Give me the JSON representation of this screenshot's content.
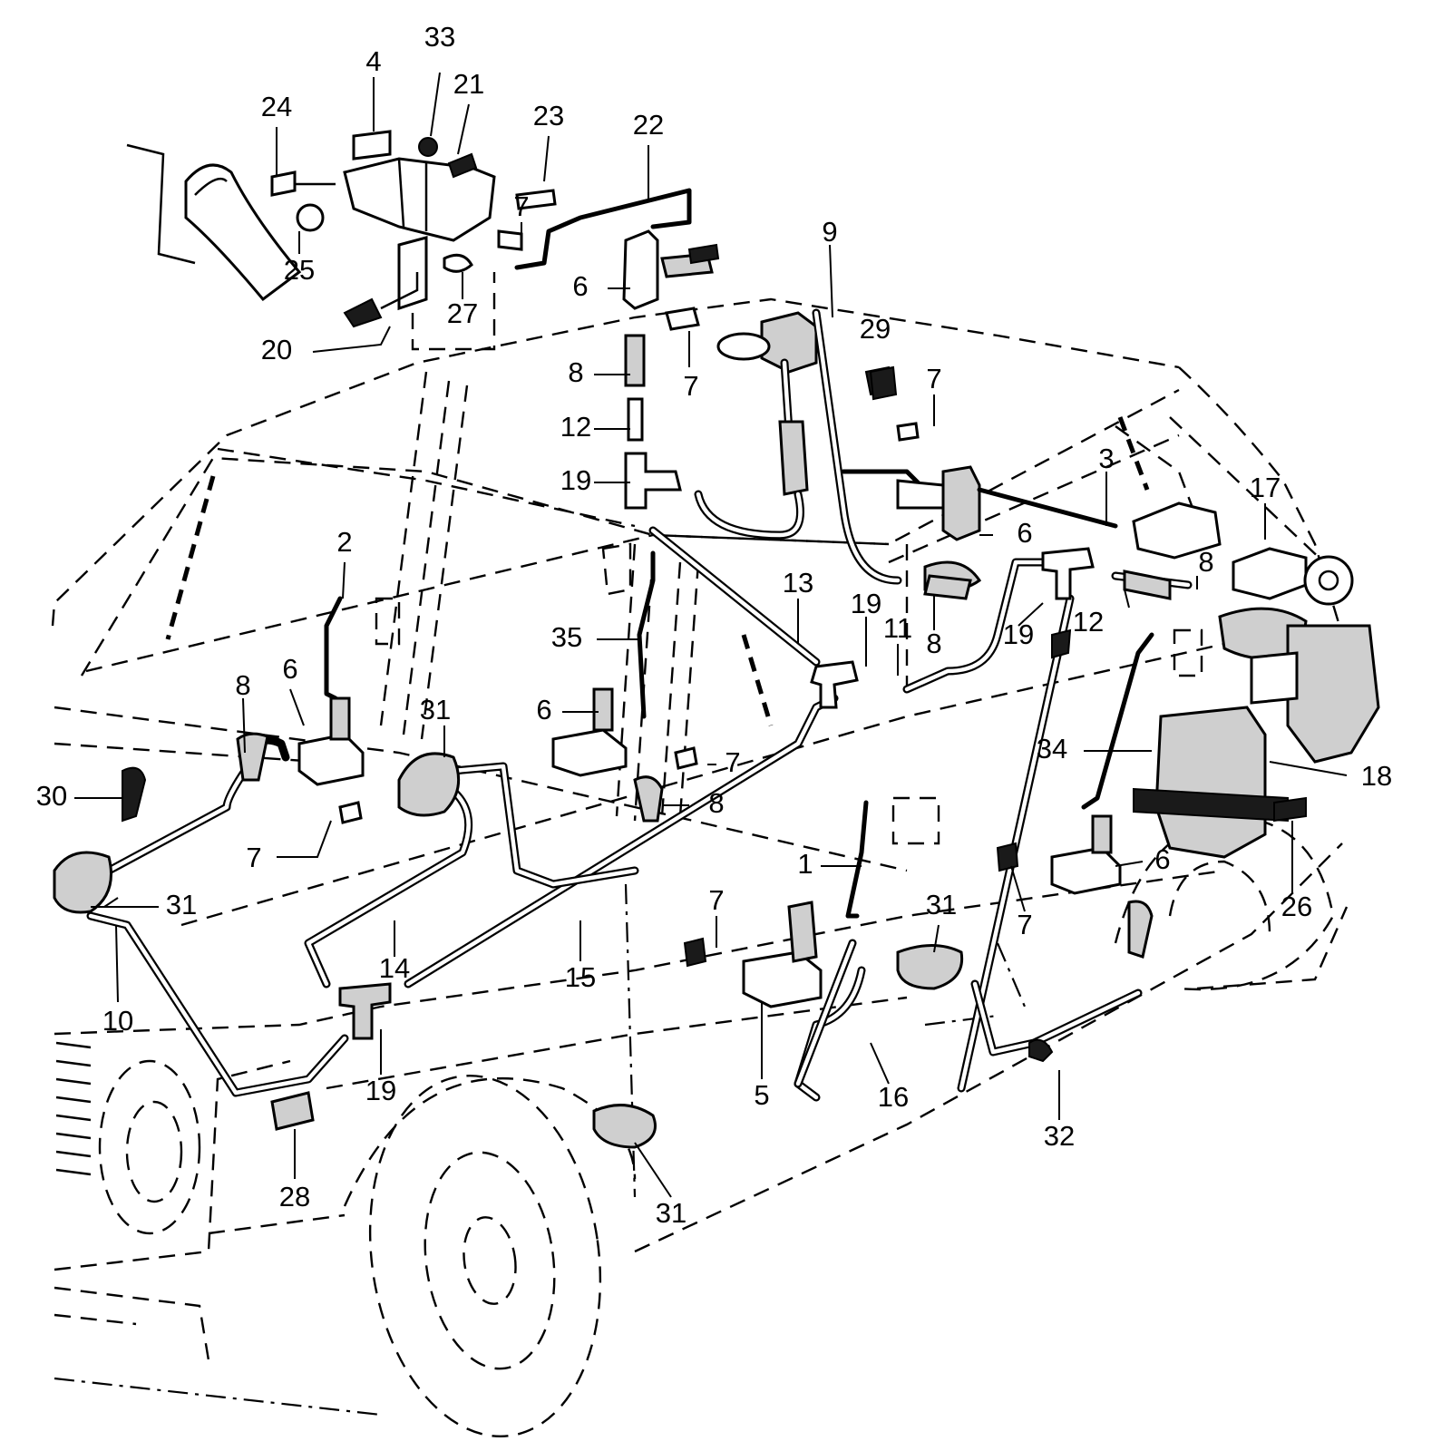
{
  "callouts": [
    {
      "id": "c33",
      "text": "33"
    },
    {
      "id": "c4",
      "text": "4"
    },
    {
      "id": "c21",
      "text": "21"
    },
    {
      "id": "c24",
      "text": "24"
    },
    {
      "id": "c23",
      "text": "23"
    },
    {
      "id": "c22",
      "text": "22"
    },
    {
      "id": "c7a",
      "text": "7"
    },
    {
      "id": "c25",
      "text": "25"
    },
    {
      "id": "c27",
      "text": "27"
    },
    {
      "id": "c20",
      "text": "20"
    },
    {
      "id": "c6a",
      "text": "6"
    },
    {
      "id": "c7b",
      "text": "7"
    },
    {
      "id": "c8a",
      "text": "8"
    },
    {
      "id": "c12a",
      "text": "12"
    },
    {
      "id": "c19a",
      "text": "19"
    },
    {
      "id": "c9",
      "text": "9"
    },
    {
      "id": "c29",
      "text": "29"
    },
    {
      "id": "c7c",
      "text": "7"
    },
    {
      "id": "c3",
      "text": "3"
    },
    {
      "id": "c17",
      "text": "17"
    },
    {
      "id": "c6b",
      "text": "6"
    },
    {
      "id": "c8b",
      "text": "8"
    },
    {
      "id": "c12b",
      "text": "12"
    },
    {
      "id": "c19b",
      "text": "19"
    },
    {
      "id": "c8c",
      "text": "8"
    },
    {
      "id": "c2",
      "text": "2"
    },
    {
      "id": "c13",
      "text": "13"
    },
    {
      "id": "c19c",
      "text": "19"
    },
    {
      "id": "c11",
      "text": "11"
    },
    {
      "id": "c35",
      "text": "35"
    },
    {
      "id": "c6c",
      "text": "6"
    },
    {
      "id": "c8d",
      "text": "8"
    },
    {
      "id": "c6d",
      "text": "6"
    },
    {
      "id": "c31a",
      "text": "31"
    },
    {
      "id": "c7d",
      "text": "7"
    },
    {
      "id": "c8e",
      "text": "8"
    },
    {
      "id": "c34",
      "text": "34"
    },
    {
      "id": "c18",
      "text": "18"
    },
    {
      "id": "c30",
      "text": "30"
    },
    {
      "id": "c7e",
      "text": "7"
    },
    {
      "id": "c31b",
      "text": "31"
    },
    {
      "id": "c1",
      "text": "1"
    },
    {
      "id": "c6e",
      "text": "6"
    },
    {
      "id": "c7f",
      "text": "7"
    },
    {
      "id": "c7g",
      "text": "7"
    },
    {
      "id": "c31c",
      "text": "31"
    },
    {
      "id": "c26",
      "text": "26"
    },
    {
      "id": "c10",
      "text": "10"
    },
    {
      "id": "c14",
      "text": "14"
    },
    {
      "id": "c15",
      "text": "15"
    },
    {
      "id": "c19d",
      "text": "19"
    },
    {
      "id": "c5",
      "text": "5"
    },
    {
      "id": "c16",
      "text": "16"
    },
    {
      "id": "c32",
      "text": "32"
    },
    {
      "id": "c28",
      "text": "28"
    },
    {
      "id": "c31d",
      "text": "31"
    }
  ]
}
